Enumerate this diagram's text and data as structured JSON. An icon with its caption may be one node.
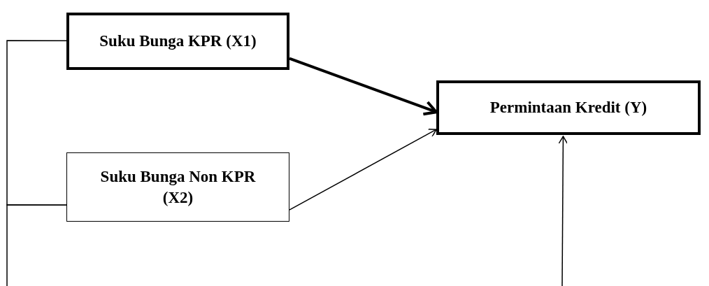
{
  "diagram": {
    "nodes": [
      {
        "text": [
          "Suku Bunga KPR (X1)"
        ]
      },
      {
        "text": [
          "Permintaan Kredit (Y)"
        ]
      },
      {
        "text": [
          "Suku Bunga Non KPR (X2)"
        ]
      }
    ],
    "edges": [
      {
        "from": 0,
        "to": 1,
        "arrow": "to",
        "style": "thick"
      },
      {
        "from": 2,
        "to": 1,
        "arrow": "to"
      },
      {
        "from": null,
        "to": 1,
        "arrow": "to"
      },
      {
        "from": 0,
        "to": 2,
        "arrow": "none"
      },
      {
        "from": 2,
        "to": null,
        "arrow": "none"
      }
    ]
  }
}
